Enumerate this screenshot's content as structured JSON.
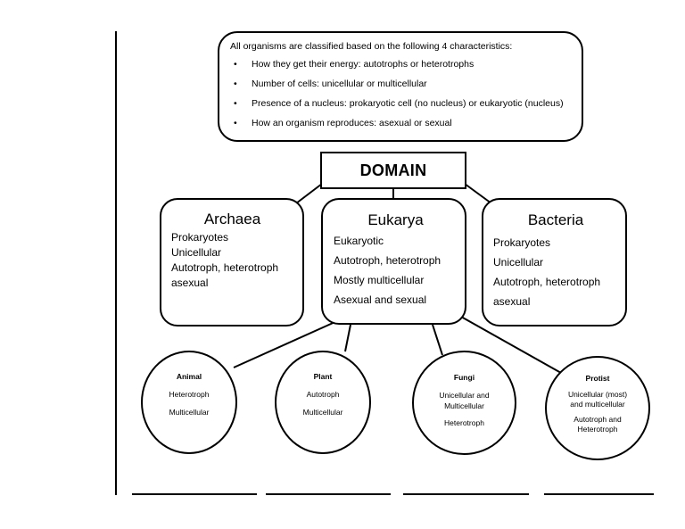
{
  "info": {
    "intro": "All organisms are classified based on the following 4 characteristics:",
    "bullets": [
      "How they get their energy: autotrophs or heterotrophs",
      "Number of cells: unicellular or multicellular",
      "Presence of a nucleus: prokaryotic cell (no nucleus) or eukaryotic (nucleus)",
      "How an organism reproduces: asexual or sexual"
    ]
  },
  "domain": {
    "label": "DOMAIN"
  },
  "groups": [
    {
      "title": "Archaea",
      "lines": [
        "Prokaryotes",
        "Unicellular",
        "Autotroph, heterotroph",
        "asexual"
      ]
    },
    {
      "title": "Eukarya",
      "lines": [
        "Eukaryotic",
        "Autotroph, heterotroph",
        "Mostly multicellular",
        "Asexual and sexual"
      ]
    },
    {
      "title": "Bacteria",
      "lines": [
        "Prokaryotes",
        "Unicellular",
        "Autotroph, heterotroph",
        "asexual"
      ]
    }
  ],
  "kingdoms": [
    {
      "title": "Animal",
      "lines": [
        "Heterotroph",
        "Multicellular"
      ]
    },
    {
      "title": "Plant",
      "lines": [
        "Autotroph",
        "Multicellular"
      ]
    },
    {
      "title": "Fungi",
      "lines": [
        "Unicellular and",
        "Multicellular",
        "Heterotroph"
      ]
    },
    {
      "title": "Protist",
      "lines": [
        "Unicellular (most)",
        "and multicellular",
        "Autotroph and",
        "Heterotroph"
      ]
    }
  ]
}
